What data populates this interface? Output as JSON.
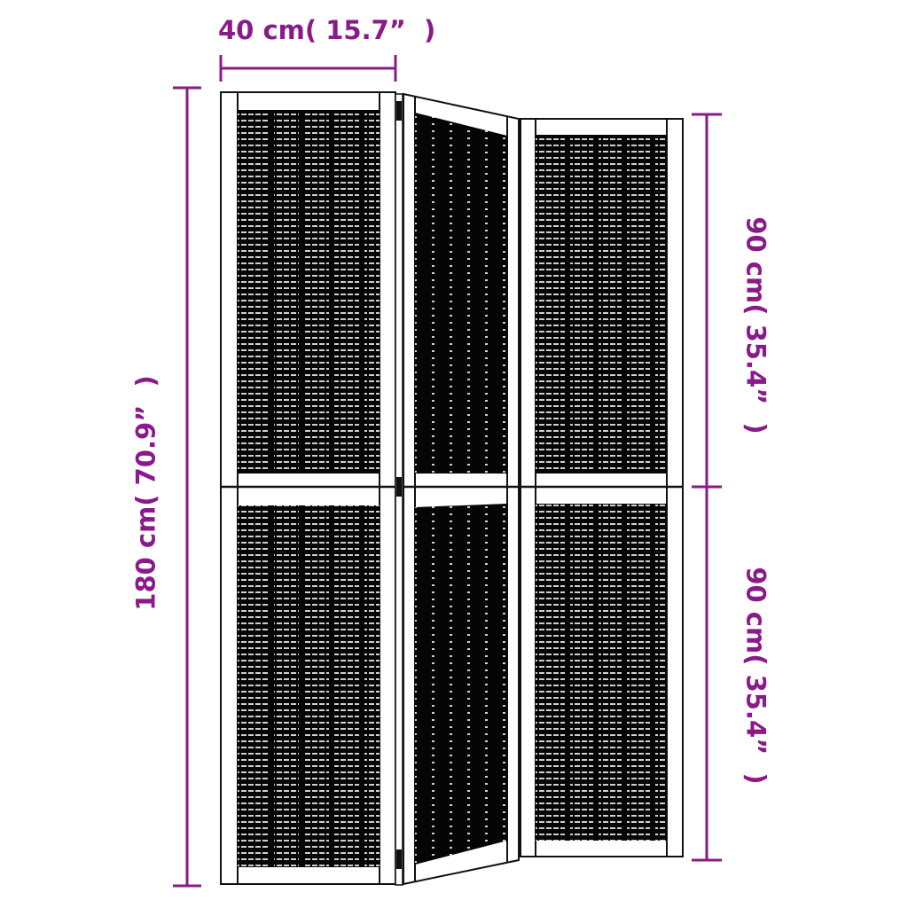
{
  "title": "3-panel folding room divider dimension diagram",
  "colors": {
    "dimension": "#8a1a8a",
    "frame_stroke": "#111111",
    "weave_fill": "#050505",
    "weave_highlight": "#d8d8d8",
    "background": "#ffffff"
  },
  "dimensions": {
    "panel_width": "40 cm( 15.7”  )",
    "total_height": "180 cm( 70.9”  )",
    "upper_section_height": "90 cm( 35.4”  )",
    "lower_section_height": "90 cm( 35.4”  )"
  },
  "panels": [
    {
      "name": "left-panel",
      "sections": [
        "upper-weave",
        "lower-weave"
      ],
      "weave_pattern": "dense"
    },
    {
      "name": "middle-panel",
      "sections": [
        "upper-weave",
        "lower-weave"
      ],
      "weave_pattern": "sparse"
    },
    {
      "name": "right-panel",
      "sections": [
        "upper-weave",
        "lower-weave"
      ],
      "weave_pattern": "dense"
    }
  ]
}
